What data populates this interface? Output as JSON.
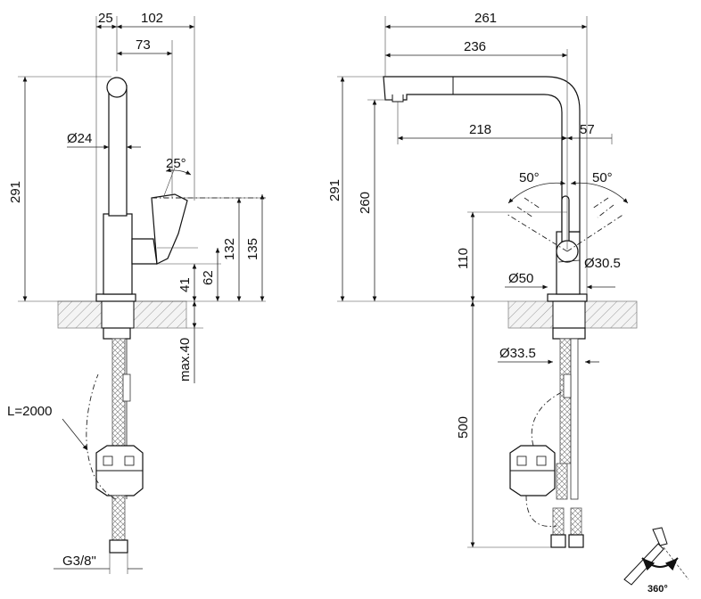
{
  "left_view": {
    "dims": {
      "top_a": "25",
      "top_b": "102",
      "top_c": "73",
      "dia_spout": "Ø24",
      "angle": "25°",
      "height_total": "291",
      "h_132": "132",
      "h_135": "135",
      "h_62": "62",
      "h_41": "41",
      "max_thickness": "max.40",
      "hose_length": "L=2000",
      "thread": "G3/8\""
    }
  },
  "right_view": {
    "dims": {
      "top_261": "261",
      "top_236": "236",
      "reach_218": "218",
      "offset_57": "57",
      "angle_left": "50°",
      "angle_right": "50°",
      "height_291": "291",
      "height_260": "260",
      "height_110": "110",
      "dia_30_5": "Ø30.5",
      "dia_50": "Ø50",
      "dia_33_5": "Ø33.5",
      "depth_500": "500"
    }
  },
  "rotation": {
    "label": "360°"
  }
}
